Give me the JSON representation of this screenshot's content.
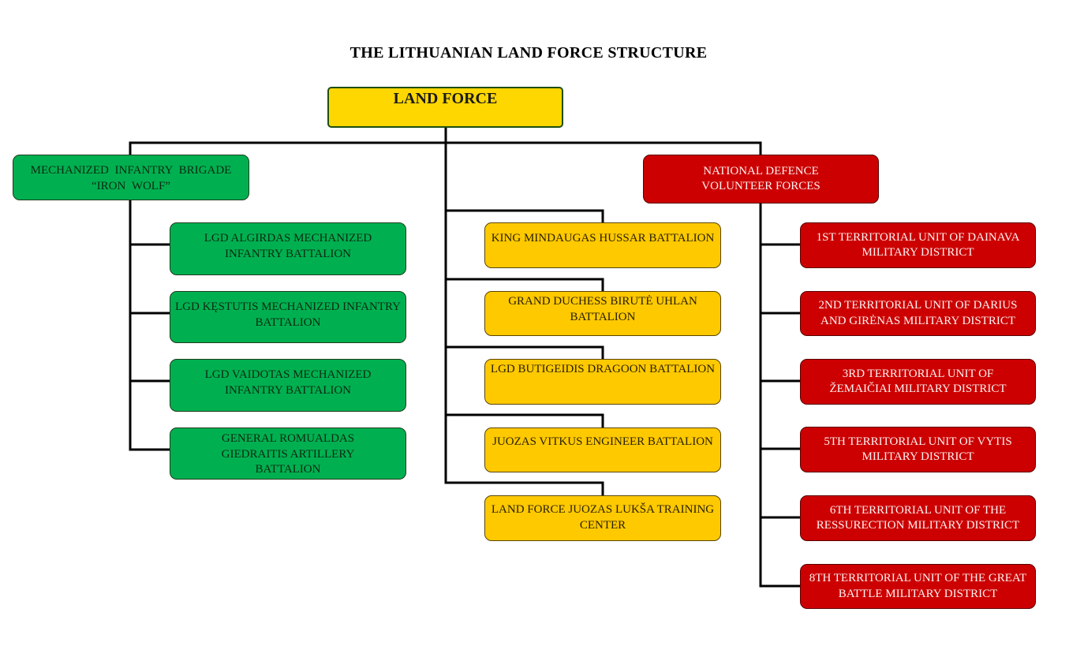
{
  "title": "THE LITHUANIAN LAND FORCE STRUCTURE",
  "colors": {
    "root_fill": "#FFD700",
    "brigade_fill": "#00B050",
    "center_fill": "#FFC900",
    "volunteer_fill": "#CC0000",
    "connector": "#000000"
  },
  "root": {
    "label": "LAND FORCE"
  },
  "brigade": {
    "label": "MECHANIZED  INFANTRY  BRIGADE “IRON WOLF”",
    "children": [
      {
        "label": "LGD ALGIRDAS MECHANIZED INFANTRY BATTALION"
      },
      {
        "label": "LGD KĘSTUTIS MECHANIZED INFANTRY BATTALION"
      },
      {
        "label": "LGD VAIDOTAS  MECHANIZED INFANTRY  BATTALION"
      },
      {
        "label": "GENERAL  ROMUALDAS GIEDRAITIS  ARTILLERY BATTALION"
      }
    ]
  },
  "direct_units": [
    {
      "label": "KING MINDAUGAS HUSSAR BATTALION"
    },
    {
      "label": "GRAND DUCHESS BIRUTĖ UHLAN BATTALION"
    },
    {
      "label": "LGD BUTIGEIDIS DRAGOON BATTALION"
    },
    {
      "label": "JUOZAS VITKUS ENGINEER BATTALION"
    },
    {
      "label": "LAND FORCE JUOZAS LUKŠA TRAINING CENTER"
    }
  ],
  "volunteers": {
    "label": "NATIONAL DEFENCE VOLUNTEER FORCES",
    "children": [
      {
        "label": "1ST TERRITORIAL UNIT OF DAINAVA MILITARY DISTRICT"
      },
      {
        "label": "2ND TERRITORIAL UNIT OF DARIUS AND GIRĖNAS MILITARY DISTRICT"
      },
      {
        "label": "3RD TERRITORIAL UNIT OF ŽEMAIČIAI MILITARY DISTRICT"
      },
      {
        "label": "5TH TERRITORIAL  UNIT OF VYTIS MILITARY DISTRICT"
      },
      {
        "label": "6TH TERRITORIAL UNIT OF THE RESSURECTION MILITARY DISTRICT"
      },
      {
        "label": "8TH TERRITORIAL UNIT OF THE GREAT BATTLE  MILITARY DISTRICT"
      }
    ]
  }
}
